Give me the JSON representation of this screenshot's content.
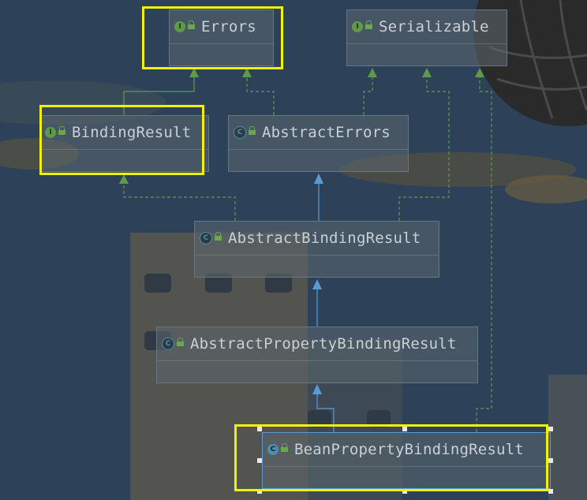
{
  "diagram": {
    "nodes": [
      {
        "id": "errors",
        "name": "Errors",
        "kind": "interface"
      },
      {
        "id": "serializable",
        "name": "Serializable",
        "kind": "interface"
      },
      {
        "id": "binding-result",
        "name": "BindingResult",
        "kind": "interface"
      },
      {
        "id": "abstract-errors",
        "name": "AbstractErrors",
        "kind": "abstract-class"
      },
      {
        "id": "abstract-binding-result",
        "name": "AbstractBindingResult",
        "kind": "abstract-class"
      },
      {
        "id": "abstract-property-binding-result",
        "name": "AbstractPropertyBindingResult",
        "kind": "abstract-class"
      },
      {
        "id": "bean-property-binding-result",
        "name": "BeanPropertyBindingResult",
        "kind": "class"
      }
    ],
    "edges": [
      {
        "from": "binding-result",
        "to": "errors",
        "type": "extends"
      },
      {
        "from": "abstract-errors",
        "to": "errors",
        "type": "implements"
      },
      {
        "from": "abstract-errors",
        "to": "serializable",
        "type": "implements"
      },
      {
        "from": "abstract-binding-result",
        "to": "abstract-errors",
        "type": "extends"
      },
      {
        "from": "abstract-binding-result",
        "to": "binding-result",
        "type": "implements"
      },
      {
        "from": "abstract-binding-result",
        "to": "serializable",
        "type": "implements"
      },
      {
        "from": "abstract-property-binding-result",
        "to": "abstract-binding-result",
        "type": "extends"
      },
      {
        "from": "bean-property-binding-result",
        "to": "abstract-property-binding-result",
        "type": "extends"
      },
      {
        "from": "bean-property-binding-result",
        "to": "serializable",
        "type": "implements"
      }
    ],
    "highlighted": [
      "errors",
      "binding-result",
      "bean-property-binding-result"
    ],
    "selected": "bean-property-binding-result",
    "icons": {
      "interface": "I",
      "class": "C",
      "abstract-class": "C"
    },
    "colors": {
      "highlight": "#f2f200",
      "extends_class": "#5b9bd5",
      "extends_interface": "#5f9a4a",
      "implements": "#5f9a4a",
      "background": "#2d4259"
    }
  }
}
